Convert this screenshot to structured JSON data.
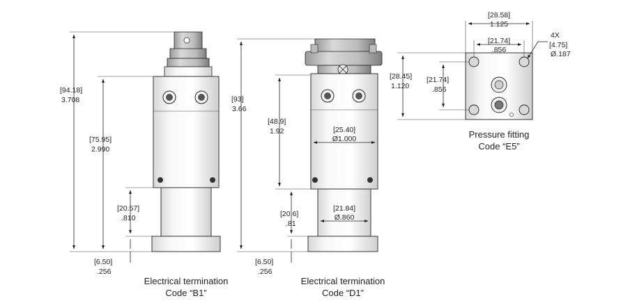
{
  "views": {
    "b1": {
      "dims": {
        "overall_mm": "[94.18]",
        "overall_in": "3.708",
        "body_mm": "[75.95]",
        "body_in": "2.990",
        "lower_mm": "[20.57]",
        "lower_in": ".810",
        "base_mm": "[6.50]",
        "base_in": ".256"
      },
      "caption_line1": "Electrical termination",
      "caption_line2": "Code “B1”"
    },
    "d1": {
      "dims": {
        "overall_mm": "[93]",
        "overall_in": "3.66",
        "body_mm": "[48.9]",
        "body_in": "1.92",
        "dia_mm": "[25.40]",
        "dia_in": "Ø1.000",
        "lower_mm": "[20.6]",
        "lower_in": ".81",
        "lower_dia_mm": "[21.84]",
        "lower_dia_in": "Ø.860",
        "base_mm": "[6.50]",
        "base_in": ".256"
      },
      "caption_line1": "Electrical termination",
      "caption_line2": "Code “D1”"
    },
    "e5": {
      "dims": {
        "width_mm": "[28.58]",
        "width_in": "1.125",
        "hole_span_mm": "[21.74]",
        "hole_span_in": ".856",
        "height_mm": "[28.45]",
        "height_in": "1.120",
        "vspan_mm": "[21.74]",
        "vspan_in": ".856",
        "hole_count": "4X",
        "hole_mm": "[4.75]",
        "hole_in": "Ø.187"
      },
      "caption_line1": "Pressure fitting",
      "caption_line2": "Code “E5”"
    }
  }
}
